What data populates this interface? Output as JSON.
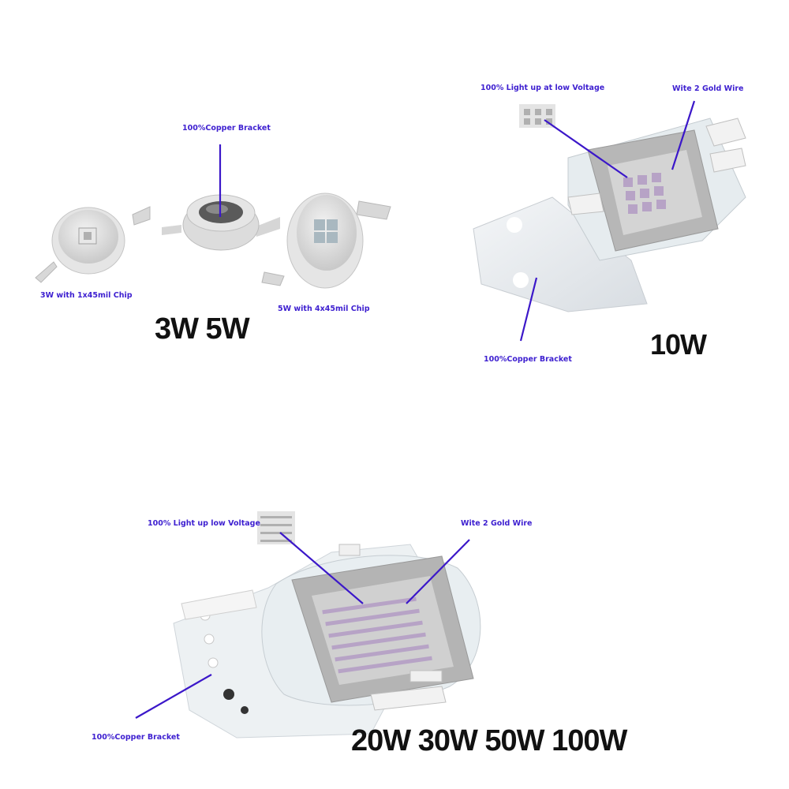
{
  "colors": {
    "callout_text": "#3d1fd0",
    "callout_line": "#3b17c9",
    "heading_text": "#111111",
    "background": "#ffffff",
    "chip_body": "#c9c9c9",
    "pcb": "#e9eff2",
    "phosphor_cells": "#b7a3c6"
  },
  "panels": {
    "small": {
      "heading": "3W 5W",
      "callouts": {
        "bracket": "100%Copper Bracket",
        "chip3w": "3W with 1x45mil Chip",
        "chip5w": "5W with 4x45mil Chip"
      }
    },
    "mid": {
      "heading": "10W",
      "callouts": {
        "lowvolt": "100% Light up at low Voltage",
        "goldwire": "Wite 2 Gold Wire",
        "bracket": "100%Copper Bracket"
      }
    },
    "large": {
      "heading": "20W 30W 50W 100W",
      "callouts": {
        "lowvolt": "100% Light up low Voltage",
        "goldwire": "Wite 2 Gold Wire",
        "bracket": "100%Copper Bracket"
      }
    }
  }
}
